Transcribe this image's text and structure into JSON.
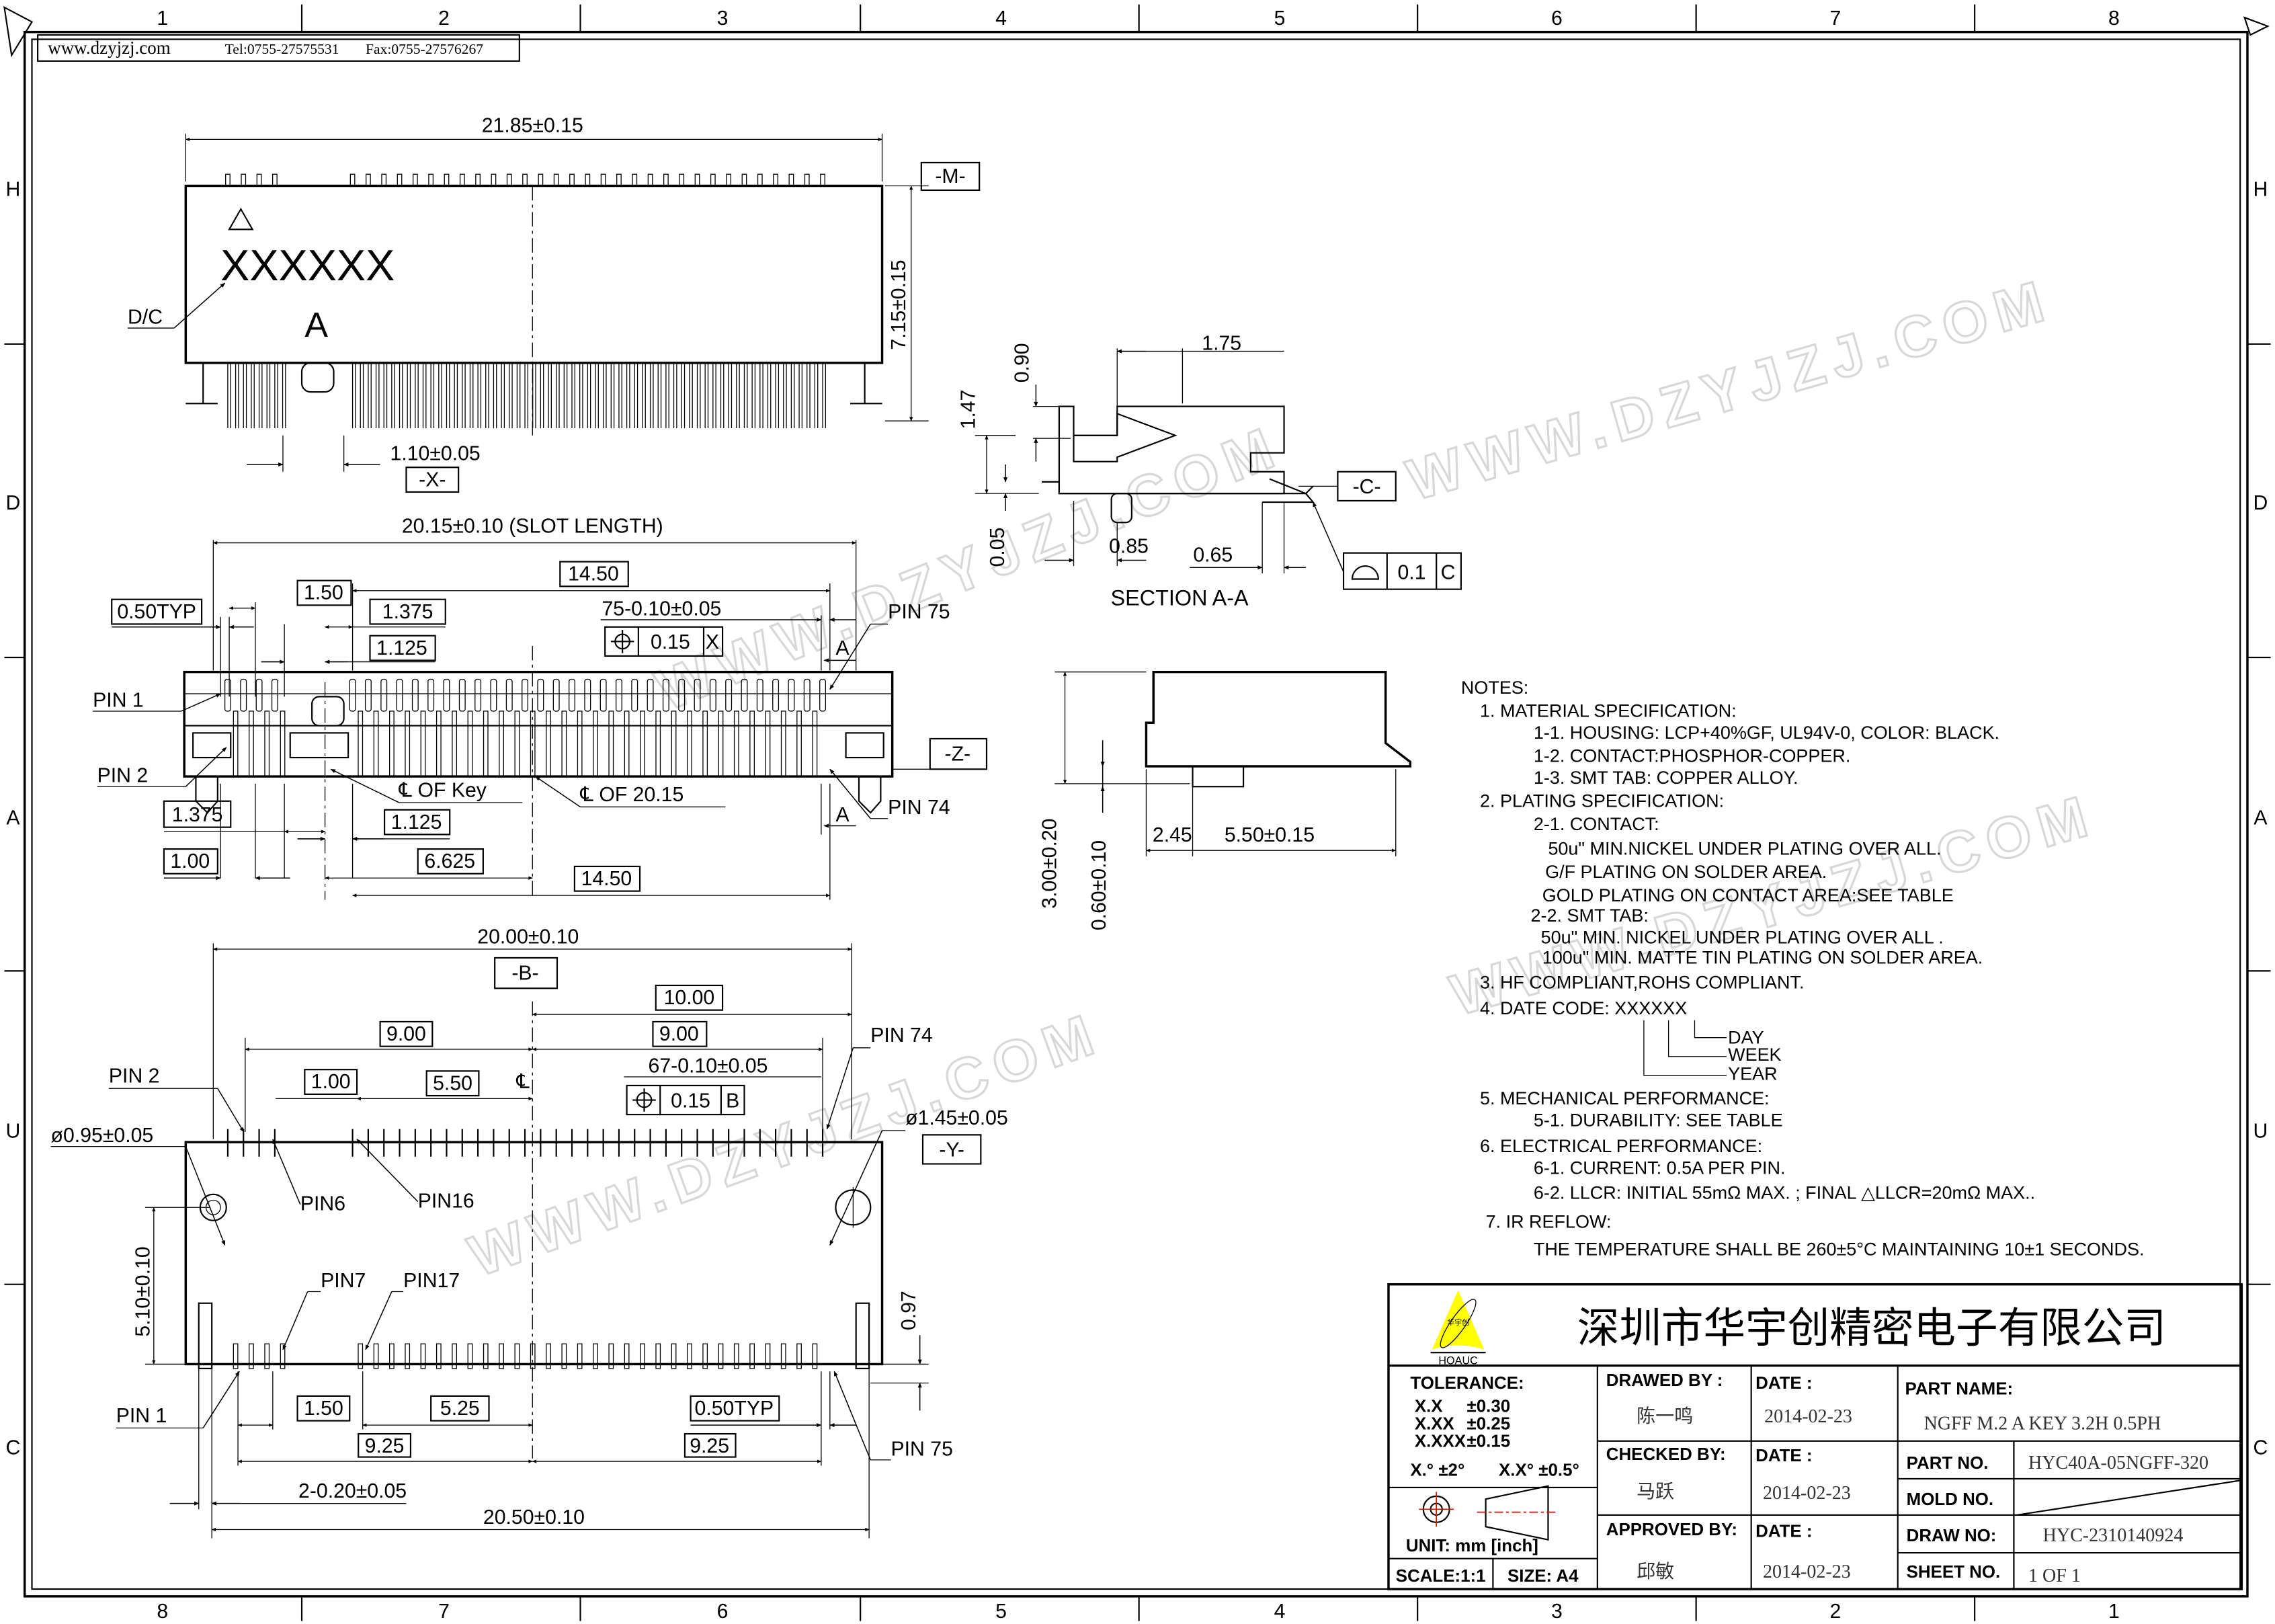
{
  "header": {
    "website": "www.dzyjzj.com",
    "tel": "Tel:0755-27575531",
    "fax": "Fax:0755-27576267"
  },
  "border": {
    "top_cols": [
      "1",
      "2",
      "3",
      "4",
      "5",
      "6",
      "7",
      "8"
    ],
    "bottom_cols": [
      "8",
      "7",
      "6",
      "5",
      "4",
      "3",
      "2",
      "1"
    ],
    "rows": [
      "H",
      "D",
      "A",
      "U",
      "C"
    ]
  },
  "watermark": "WWW.DZYJZJ.COM",
  "top_view": {
    "width_dim": "21.85±0.15",
    "datum_m": "-M-",
    "height_dim": "7.15±0.15",
    "marking": "XXXXXX",
    "dc_label": "D/C",
    "a_mark": "A",
    "pitch_dim": "1.10±0.05",
    "datum_x": "-X-"
  },
  "section_view": {
    "title": "SECTION A-A",
    "dim_175": "1.75",
    "dim_090": "0.90",
    "dim_147": "1.47",
    "dim_005": "0.05",
    "dim_085": "0.85",
    "dim_065": "0.65",
    "datum_c": "-C-",
    "flatness_value": "0.1",
    "flatness_datum": "C"
  },
  "side_view": {
    "dim_300": "3.00±0.20",
    "dim_060": "0.60±0.10",
    "dim_245": "2.45",
    "dim_550": "5.50±0.15"
  },
  "front_view": {
    "slot_length": "20.15±0.10 (SLOT LENGTH)",
    "dim_1450_top": "14.50",
    "dim_050typ": "0.50TYP",
    "dim_150": "1.50",
    "dim_1375_top": "1.375",
    "pin_width": "75-0.10±0.05",
    "position_tol": "0.15",
    "position_datum": "X",
    "dim_1125_top": "1.125",
    "section_mark": "A",
    "pin75": "PIN 75",
    "pin1": "PIN 1",
    "pin2": "PIN 2",
    "datum_z": "-Z-",
    "cl_key": "℄ OF Key",
    "cl_2015": "℄ OF 20.15",
    "pin74": "PIN 74",
    "dim_1375_bot": "1.375",
    "dim_1125_bot": "1.125",
    "dim_100": "1.00",
    "dim_6625": "6.625",
    "dim_1450_bot": "14.50"
  },
  "bottom_view": {
    "width_dim": "20.00±0.10",
    "datum_b": "-B-",
    "dim_1000": "10.00",
    "dim_900_l": "9.00",
    "dim_900_r": "9.00",
    "pin74": "PIN 74",
    "dim_100": "1.00",
    "dim_550": "5.50",
    "cl": "℄",
    "pin_width": "67-0.10±0.05",
    "position_tol": "0.15",
    "position_datum": "B",
    "pin2": "PIN 2",
    "hole_small": "ø0.95±0.05",
    "hole_large": "ø1.45±0.05",
    "datum_y": "-Y-",
    "pin6": "PIN6",
    "pin16": "PIN16",
    "dim_510": "5.10±0.10",
    "pin7": "PIN7",
    "pin17": "PIN17",
    "dim_097": "0.97",
    "pin1": "PIN 1",
    "dim_150": "1.50",
    "dim_525": "5.25",
    "dim_050typ": "0.50TYP",
    "dim_925_l": "9.25",
    "dim_925_r": "9.25",
    "pin75": "PIN 75",
    "tab_dim": "2-0.20±0.05",
    "overall_dim": "20.50±0.10"
  },
  "notes": {
    "title": "NOTES:",
    "lines": [
      "1.  MATERIAL  SPECIFICATION:",
      "1-1.  HOUSING:  LCP+40%GF,  UL94V-0,  COLOR:  BLACK.",
      "1-2.  CONTACT:PHOSPHOR-COPPER.",
      "1-3.  SMT  TAB:  COPPER  ALLOY.",
      "2.  PLATING  SPECIFICATION:",
      "2-1.  CONTACT:",
      "50u\"  MIN.NICKEL  UNDER  PLATING  OVER  ALL.",
      "G/F  PLATING  ON  SOLDER  AREA.",
      "GOLD   PLATING  ON  CONTACT  AREA:SEE  TABLE",
      "2-2.  SMT  TAB:",
      "50u\"  MIN.  NICKEL  UNDER  PLATING  OVER  ALL  .",
      "100u\"  MIN.  MATTE  TIN  PLATING  ON  SOLDER  AREA.",
      "3.  HF  COMPLIANT,ROHS  COMPLIANT.",
      "4.  DATE  CODE:  XXXXXX",
      "5.  MECHANICAL  PERFORMANCE:",
      "5-1.  DURABILITY:  SEE  TABLE",
      "6.  ELECTRICAL  PERFORMANCE:",
      "6-1.  CURRENT:  0.5A  PER  PIN.",
      "6-2.  LLCR:  INITIAL  55mΩ  MAX.  ;  FINAL  △LLCR=20mΩ  MAX..",
      "7.  IR  REFLOW:",
      "THE  TEMPERATURE  SHALL  BE  260±5°C  MAINTAINING  10±1  SECONDS."
    ],
    "date_code_parts": [
      "DAY",
      "WEEK",
      "YEAR"
    ]
  },
  "title_block": {
    "logo_text": "HOAUC",
    "logo_cn": "华宇创",
    "company": "深圳市华宇创精密电子有限公司",
    "tolerance_label": "TOLERANCE:",
    "tolerances": [
      [
        "X.X",
        "±0.30"
      ],
      [
        "X.XX",
        "±0.25"
      ],
      [
        "X.XXX",
        "±0.15"
      ]
    ],
    "angle_tol_1": "X.° ±2°",
    "angle_tol_2": "X.X° ±0.5°",
    "unit": "UNIT:  mm  [inch]",
    "scale": "SCALE:1:1",
    "size": "SIZE:  A4",
    "drawed_by_label": "DRAWED  BY :",
    "drawed_by": "陈一鸣",
    "checked_by_label": "CHECKED  BY:",
    "checked_by": "马跃",
    "approved_by_label": "APPROVED  BY:",
    "approved_by": "邱敏",
    "date_label": "DATE :",
    "date_1": "2014-02-23",
    "date_2": "2014-02-23",
    "date_3": "2014-02-23",
    "part_name_label": "PART  NAME:",
    "part_name": "NGFF  M.2  A  KEY  3.2H  0.5PH",
    "part_no_label": "PART  NO.",
    "part_no": "HYC40A-05NGFF-320",
    "mold_no_label": "MOLD  NO.",
    "draw_no_label": "DRAW  NO:",
    "draw_no": "HYC-2310140924",
    "sheet_no_label": "SHEET  NO.",
    "sheet_no": "1  OF  1"
  }
}
